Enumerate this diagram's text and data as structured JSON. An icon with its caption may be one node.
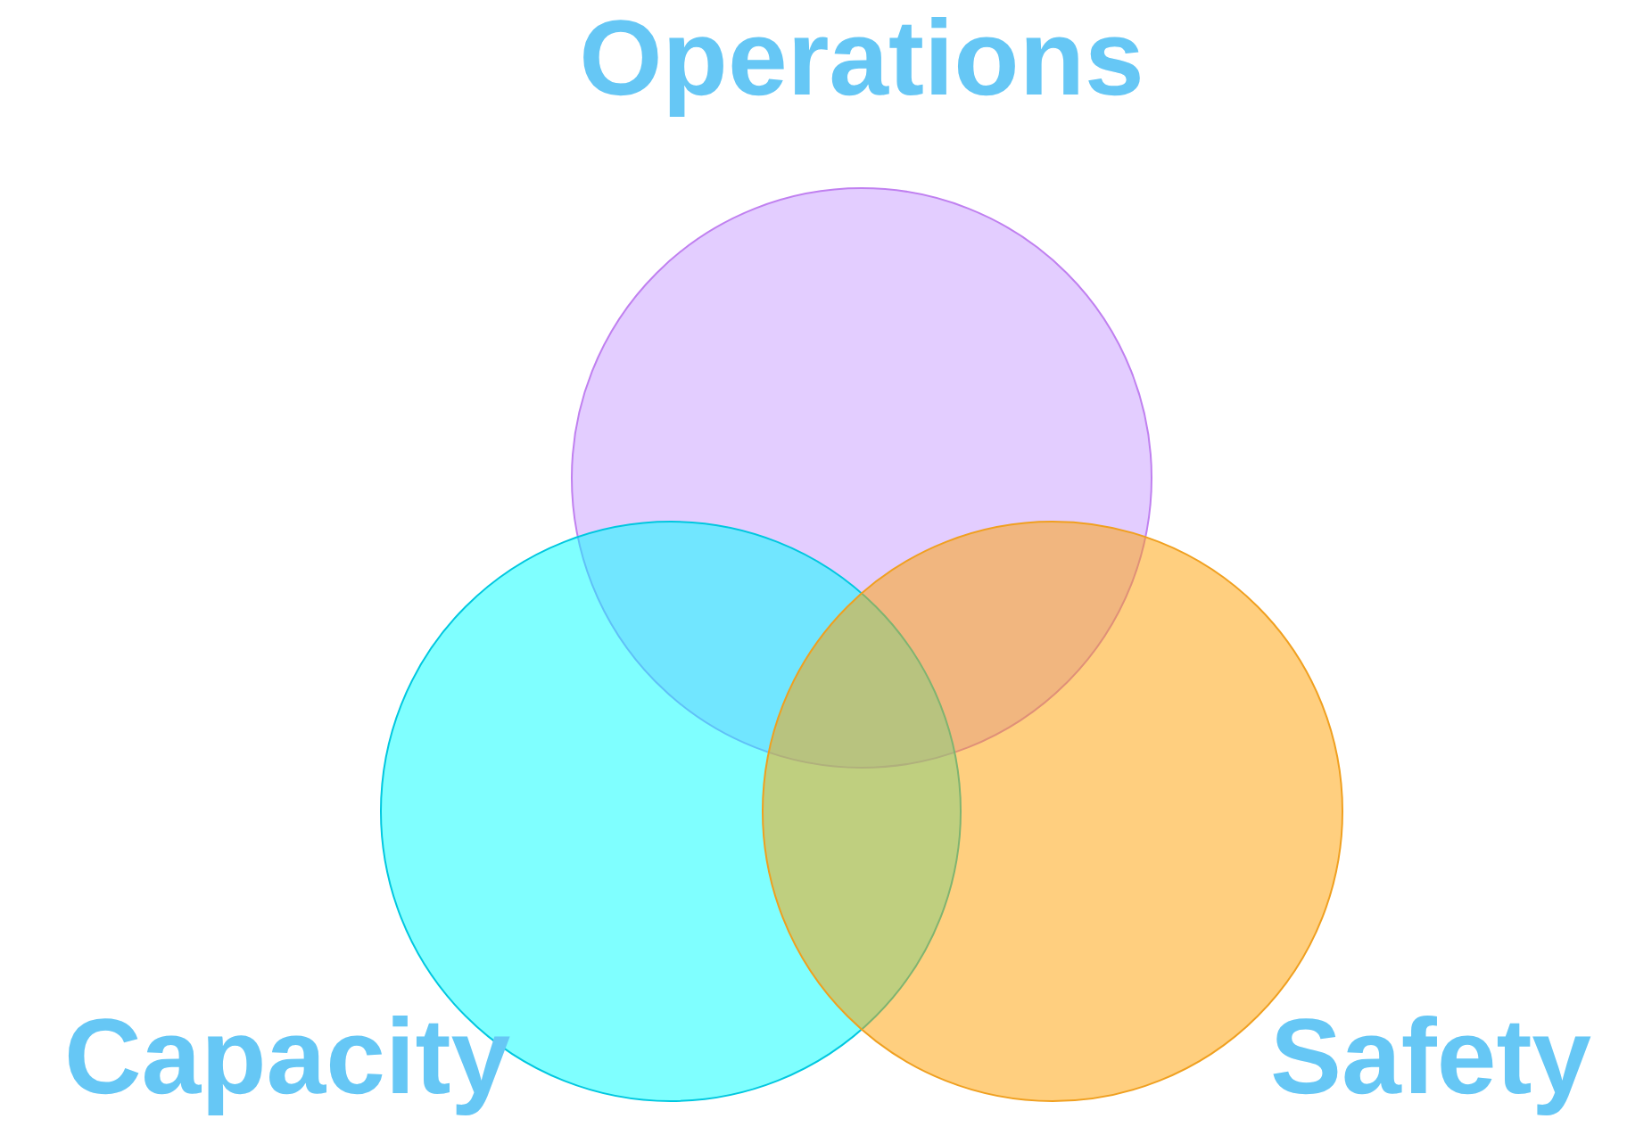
{
  "diagram": {
    "nodes": [
      {
        "text": [
          "Operations"
        ]
      },
      {
        "text": [
          "Capacity"
        ]
      },
      {
        "text": [
          "Safety"
        ]
      }
    ]
  }
}
